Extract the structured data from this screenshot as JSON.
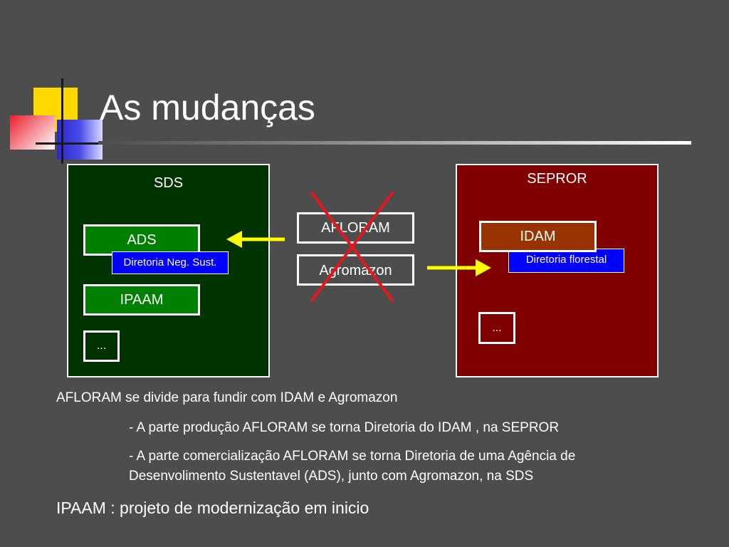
{
  "slide": {
    "title": "As mudanças"
  },
  "diagram": {
    "sds": {
      "label": "SDS",
      "ads": "ADS",
      "ads_sub": "Diretoria Neg. Sust.",
      "ipaam": "IPAAM",
      "more": "..."
    },
    "middle": {
      "afloram": "AFLORAM",
      "agromazon": "Agromazon"
    },
    "sepror": {
      "label": "SEPROR",
      "idam": "IDAM",
      "idam_sub": "Diretoria florestal",
      "more": "..."
    },
    "colors": {
      "sds_bg": "#003300",
      "sepror_bg": "#800000",
      "green_box": "#008000",
      "brown_box": "#993300",
      "blue_sub": "#0000ff",
      "arrow": "#ffff00",
      "cross": "#e8151b"
    }
  },
  "body": {
    "line1": "AFLORAM se divide para fundir com IDAM e Agromazon",
    "line2": "- A parte produção AFLORAM se torna Diretoria do IDAM , na SEPROR",
    "line3a": "- A parte comercialização AFLORAM se torna Diretoria de uma Agência de",
    "line3b": "Desenvolimento Sustentavel (ADS), junto com Agromazon, na SDS",
    "line4": "IPAAM : projeto de modernização em inicio"
  }
}
